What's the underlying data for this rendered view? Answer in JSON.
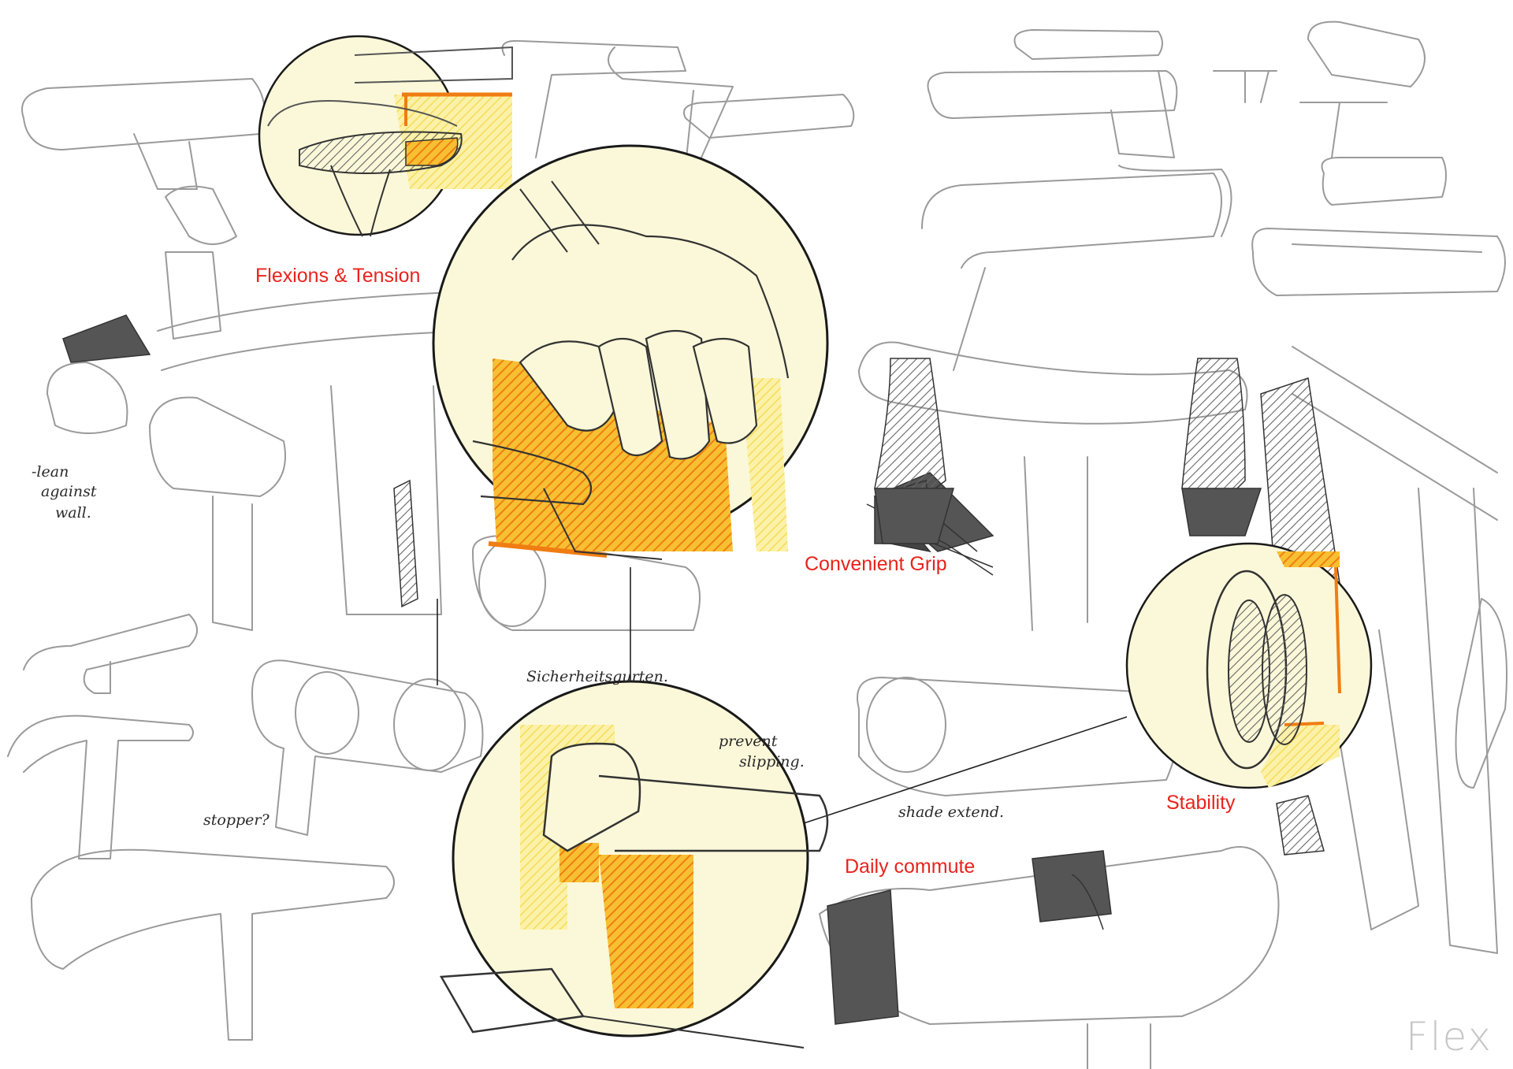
{
  "callouts": {
    "flexions_tension": "Flexions & Tension",
    "convenient_grip": "Convenient Grip",
    "daily_commute": "Daily commute",
    "stability": "Stability"
  },
  "notes": {
    "lean_line1": "-lean",
    "lean_line2": "against",
    "lean_line3": "wall.",
    "material": "Sicherheitsgurten.",
    "prevent_line1": "prevent",
    "prevent_line2": "slipping.",
    "stopper": "stopper?",
    "extend": "shade extend."
  },
  "brand": {
    "wordmark": "Flex"
  },
  "colors": {
    "accent_red": "#e8231c",
    "highlight_yellow": "#fbf8d9",
    "marker_orange": "#f07d12",
    "marker_amber": "#f6c032",
    "marker_grey": "#555555",
    "ink": "#2a2a2a",
    "wordmark_grey": "#c6c6c6"
  }
}
